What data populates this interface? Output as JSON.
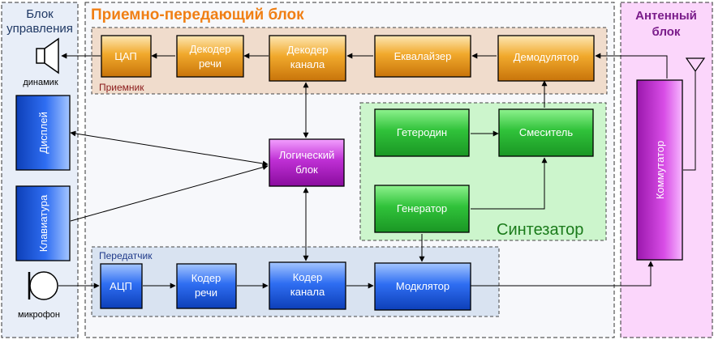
{
  "sections": {
    "control": {
      "title_line1": "Блок",
      "title_line2": "управления"
    },
    "transceiver": {
      "title": "Приемно-передающий блок"
    },
    "antenna": {
      "title_line1": "Антенный",
      "title_line2": "блок"
    }
  },
  "subgroups": {
    "receiver": "Приемник",
    "transmitter": "Передатчик",
    "synthesizer": "Синтезатор"
  },
  "blocks": {
    "dac": "ЦАП",
    "speech_decoder": [
      "Декодер",
      "речи"
    ],
    "channel_decoder": [
      "Декодер",
      "канала"
    ],
    "equalizer": "Еквалайзер",
    "demodulator": "Демодулятор",
    "display": "Дисплей",
    "keyboard": "Клавиатура",
    "logic": [
      "Логический",
      "блок"
    ],
    "heterodyne": "Гетеродин",
    "mixer": "Смеситель",
    "generator": "Генератор",
    "adc": "АЦП",
    "speech_coder": [
      "Кодер",
      "речи"
    ],
    "channel_coder": [
      "Кодер",
      "канала"
    ],
    "modulator": "Модклятор",
    "switch": "Коммутатор"
  },
  "devices": {
    "speaker": "динамик",
    "microphone": "микрофон"
  },
  "colors": {
    "orange_block": "#e5920c",
    "blue_block": "#1b59d8",
    "green_block": "#27b532",
    "purple_block": "#b41cc6",
    "magenta_block": "#d63fe0",
    "title_orange": "#f07f14",
    "synth_text": "#1a7a1a"
  }
}
